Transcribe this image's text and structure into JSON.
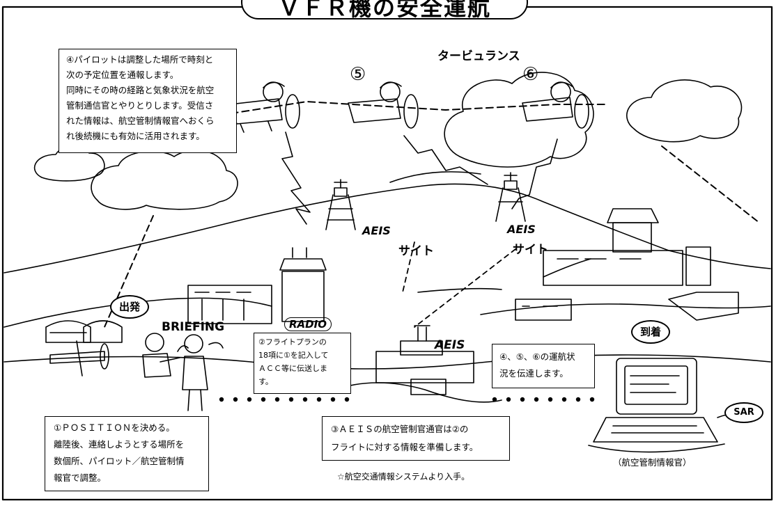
{
  "title": "ＶＦＲ機の安全運航",
  "box4": {
    "lines": [
      "④パイロットは調整した場所で時刻と",
      "次の予定位置を通報します。",
      "同時にその時の経路と気象状況を航空",
      "管制通信官とやりとりします。受信さ",
      "れた情報は、航空管制情報官へおくら",
      "れ後続機にも有効に活用されます。"
    ]
  },
  "turbulence": "タービュランス",
  "marks": {
    "five": "⑤",
    "six": "⑥"
  },
  "aeis_site_left": {
    "logo": "AEIS",
    "label": "サイト"
  },
  "aeis_site_right": {
    "logo": "AEIS",
    "label": "サイト"
  },
  "departure": "出発",
  "briefing": "BRIEFING",
  "radio": "RADIO",
  "arrival": "到着",
  "aeis_center": "AEIS",
  "sar": "SAR",
  "box2": {
    "lines": [
      "②フライトプランの",
      "18項に①を記入して",
      "ＡＣＣ等に伝送しま",
      "す。"
    ]
  },
  "box456": {
    "lines": [
      "④、⑤、⑥の運航状",
      "況を伝達します。"
    ]
  },
  "box1": {
    "lines": [
      "①ＰＯＳＩＴＩＯＮを決める。",
      "離陸後、連絡しようとする場所を",
      "数個所、パイロット／航空管制情",
      "報官で調整。"
    ]
  },
  "box3": {
    "lines": [
      "③ＡＥＩＳの航空管制官通官は②の",
      "フライトに対する情報を準備します。"
    ]
  },
  "source_note": "☆航空交通情報システムより入手。",
  "computer_caption": "（航空管制情報官）"
}
